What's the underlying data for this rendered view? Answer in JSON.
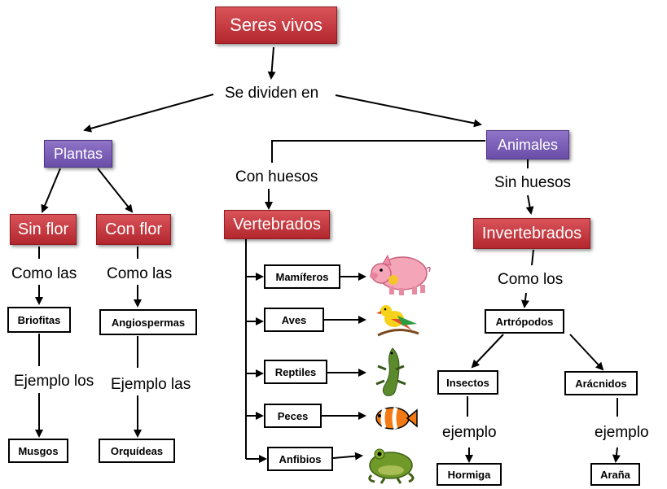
{
  "root": "Seres vivos",
  "divide_label": "Se dividen en",
  "plantas": {
    "title": "Plantas",
    "sin_flor": "Sin flor",
    "con_flor": "Con flor",
    "como_las_1": "Como las",
    "como_las_2": "Como las",
    "briofitas": "Briofitas",
    "angiospermas": "Angiospermas",
    "ejemplo_los": "Ejemplo los",
    "ejemplo_las": "Ejemplo las",
    "musgos": "Musgos",
    "orquideas": "Orquídeas"
  },
  "animales": {
    "title": "Animales",
    "con_huesos": "Con huesos",
    "sin_huesos": "Sin huesos",
    "vertebrados": "Vertebrados",
    "invertebrados": "Invertebrados",
    "vertebrate_groups": [
      "Mamíferos",
      "Aves",
      "Reptiles",
      "Peces",
      "Anfibios"
    ],
    "vertebrate_icons": [
      "pig-icon",
      "bird-icon",
      "crocodile-icon",
      "clownfish-icon",
      "frog-icon"
    ],
    "como_los": "Como los",
    "artropodos": "Artrópodos",
    "insectos": "Insectos",
    "aracnidos": "Arácnidos",
    "ejemplo_1": "ejemplo",
    "ejemplo_2": "ejemplo",
    "hormiga": "Hormiga",
    "arana": "Araña"
  },
  "colors": {
    "red_box": "#c0392b",
    "purple_box": "#7b5cb8",
    "line": "#000000"
  }
}
